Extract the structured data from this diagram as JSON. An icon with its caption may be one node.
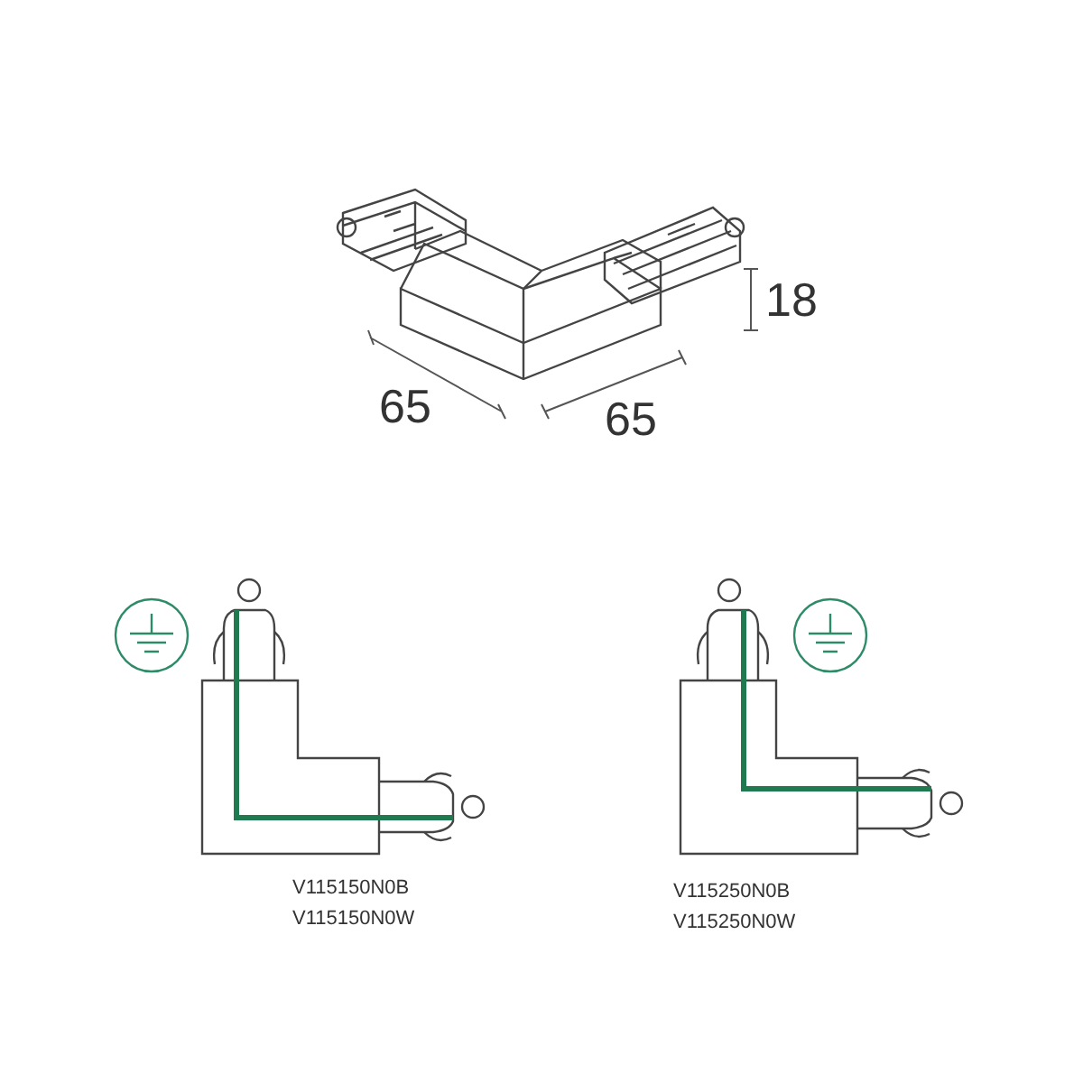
{
  "diagram": {
    "labels": [
      "18",
      "65",
      "65",
      "V115150N0B",
      "V115150N0W",
      "V115250N0B",
      "V115250N0W"
    ]
  }
}
